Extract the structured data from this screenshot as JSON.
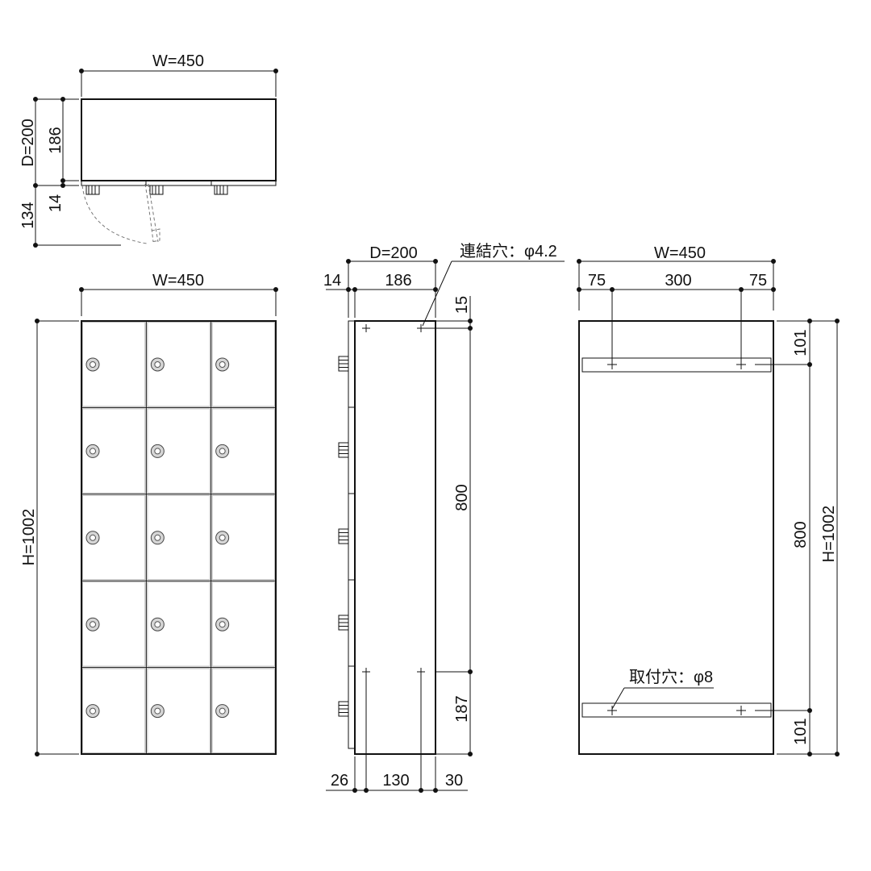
{
  "top_view": {
    "width_label": "W=450",
    "depth_label": "D=200",
    "body_depth_label": "186",
    "door_label": "14",
    "swing_label": "134"
  },
  "front_view": {
    "width_label": "W=450",
    "height_label": "H=1002",
    "rows": 5,
    "cols": 3
  },
  "side_view": {
    "depth_label": "D=200",
    "door_label": "14",
    "body_label": "186",
    "hole_callout": "連結穴：φ4.2",
    "top_offset_label": "15",
    "hole_span_label": "800",
    "bottom_offset_label": "187",
    "bottom_left_label": "26",
    "bottom_mid_label": "130",
    "bottom_right_label": "30"
  },
  "back_view": {
    "width_label": "W=450",
    "left_label": "75",
    "mid_label": "300",
    "right_label": "75",
    "top_offset_label": "101",
    "hole_span_label": "800",
    "bottom_offset_label": "101",
    "height_label": "H=1002",
    "hole_callout": "取付穴：φ8"
  }
}
